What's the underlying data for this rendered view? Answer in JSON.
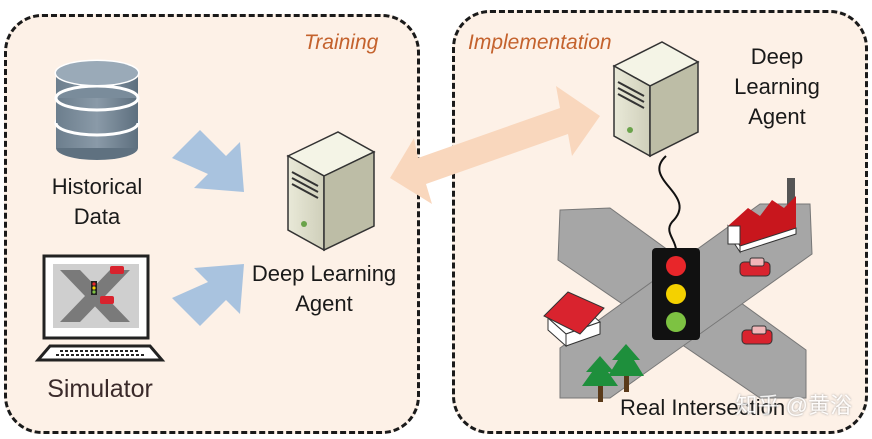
{
  "training": {
    "title": "Training"
  },
  "implementation": {
    "title": "Implementation"
  },
  "labels": {
    "historical_line1": "Historical",
    "historical_line2": "Data",
    "simulator": "Simulator",
    "agent_training_line1": "Deep Learning",
    "agent_training_line2": "Agent",
    "agent_impl_line1": "Deep",
    "agent_impl_line2": "Learning",
    "agent_impl_line3": "Agent",
    "intersection": "Real Intersection"
  },
  "watermark": "知乎 @黄浴",
  "colors": {
    "region_fill": "#fdf1e7",
    "accent_title": "#c4622d",
    "blue_arrow": "#a9c3df",
    "peach_arrow": "#f9d7bd",
    "road": "#a6a6a6",
    "light_red": "#e8262a",
    "light_yellow": "#f4d100",
    "light_green": "#7dc242",
    "car_red": "#d9232e",
    "tree_green": "#1e8f3c"
  }
}
